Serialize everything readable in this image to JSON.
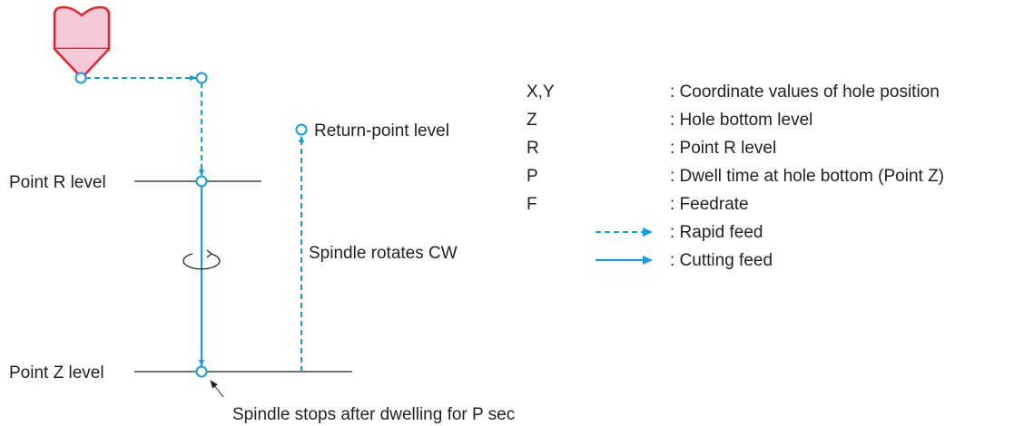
{
  "labels": {
    "point_r": "Point R level",
    "point_z": "Point Z level",
    "return_point": "Return-point level",
    "spindle_cw": "Spindle rotates CW",
    "spindle_stops": "Spindle stops after dwelling for P sec"
  },
  "legend": [
    {
      "symbol": "X,Y",
      "description": ": Coordinate values of hole position"
    },
    {
      "symbol": "Z",
      "description": ": Hole bottom level"
    },
    {
      "symbol": "R",
      "description": ": Point R level"
    },
    {
      "symbol": "P",
      "description": ": Dwell time at hole bottom (Point Z)"
    },
    {
      "symbol": "F",
      "description": ": Feedrate"
    },
    {
      "symbol": "",
      "line": "dashed",
      "description": ": Rapid feed"
    },
    {
      "symbol": "",
      "line": "solid",
      "description": ": Cutting feed"
    }
  ],
  "colors": {
    "path": "#1a9cd8",
    "tool_fill": "#f7c8d8",
    "tool_stroke": "#e0252f",
    "text": "#231f20"
  }
}
